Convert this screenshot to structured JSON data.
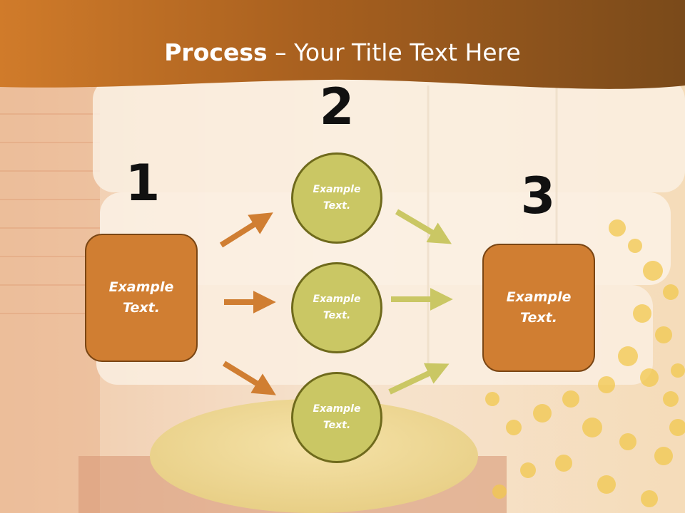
{
  "slide": {
    "title_bold": "Process",
    "title_rest": " – Your Title Text Here"
  },
  "steps": {
    "step1": {
      "number": "1",
      "text": "Example Text."
    },
    "step2": {
      "number": "2",
      "circles": [
        {
          "text": "Example Text."
        },
        {
          "text": "Example Text."
        },
        {
          "text": "Example Text."
        }
      ]
    },
    "step3": {
      "number": "3",
      "text": "Example Text."
    }
  },
  "colors": {
    "header": "#a8601f",
    "box_fill": "#d07e32",
    "circle_fill": "#cac764",
    "arrow_orange": "#d07e32",
    "arrow_green": "#cac764"
  }
}
